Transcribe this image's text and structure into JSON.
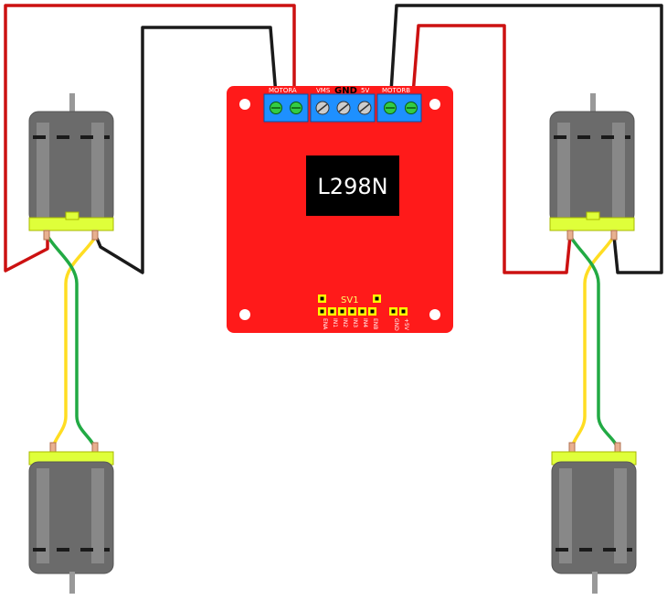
{
  "board": {
    "chip_label": "L298N",
    "motor_a_label": "MOTORA",
    "motor_b_label": "MOTORB",
    "vms_label": "VMS",
    "gnd_label": "GND",
    "v5_label": "5V",
    "header_label": "SV1",
    "pin_labels": [
      "ENA",
      "IN1",
      "IN2",
      "IN3",
      "IN4",
      "ENB",
      "GND",
      "+5V"
    ]
  },
  "colors": {
    "board": "#ff1a1a",
    "terminal": "#1e90ff",
    "chip": "#000000",
    "header_pins": "#ffff00",
    "wire_red": "#cc0000",
    "wire_black": "#1a1a1a",
    "wire_yellow": "#ffdd22",
    "wire_green": "#22aa44",
    "motor_body": "#6b6b6b",
    "motor_cap": "#dfff3a"
  },
  "motors": [
    {
      "id": "front-left-motor"
    },
    {
      "id": "rear-left-motor"
    },
    {
      "id": "front-right-motor"
    },
    {
      "id": "rear-right-motor"
    }
  ]
}
